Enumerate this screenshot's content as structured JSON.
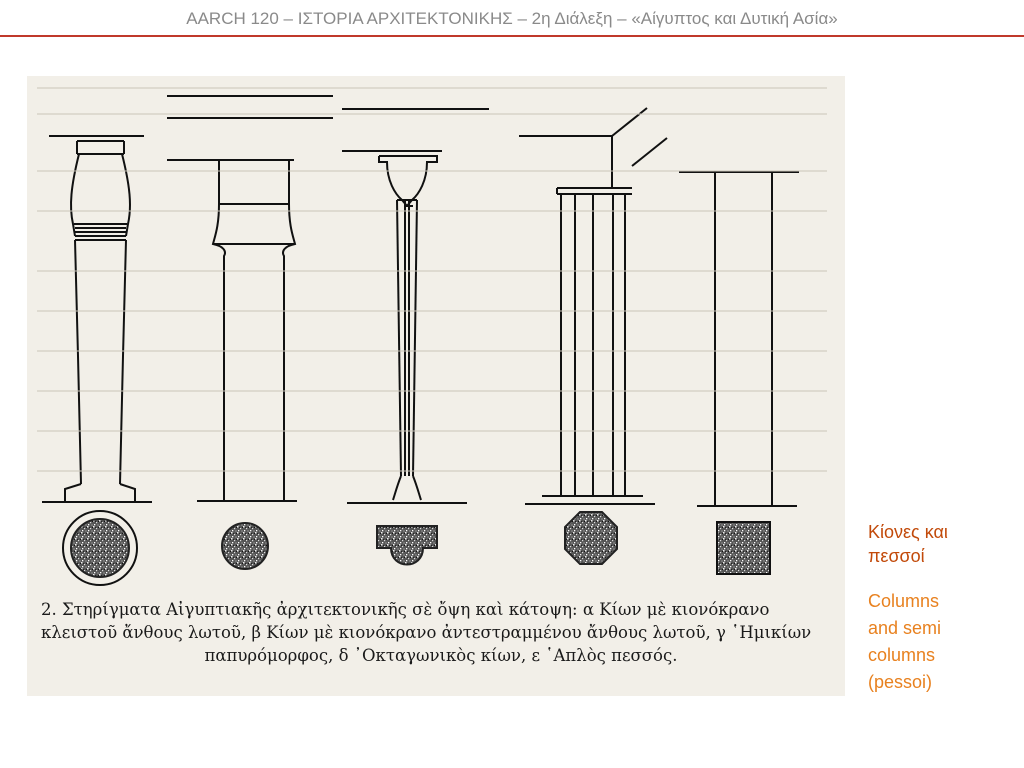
{
  "header": {
    "title": "AARCH 120 – ΙΣΤΟΡΙΑ ΑΡΧΙΤΕΚΤΟΝΙΚΗΣ – 2η Διάλεξη – «Αίγυπτος και Δυτική Ασία»"
  },
  "figure": {
    "caption_line1": "2. Στηρίγματα Αἰγυπτιακῆς ἀρχιτεκτονικῆς σὲ ὄψη καὶ κάτοψη: α Κίων μὲ κιονόκρανο",
    "caption_line2": "κλειστοῦ ἄνθους λωτοῦ, β Κίων μὲ κιονόκρανο ἀντεστραμμένου ἄνθους λωτοῦ, γ ῾Ημικίων",
    "caption_line3": "παπυρόμορφος, δ ᾿Οκταγωνικὸς κίων, ε ῾Απλὸς πεσσός."
  },
  "side_note": {
    "greek_title_line1": "Κίονες και",
    "greek_title_line2": "πεσσοί",
    "english_line1": "Columns",
    "english_line2": "and semi",
    "english_line3": "columns",
    "english_line4": "(pessoi)"
  },
  "colors": {
    "header_rule": "#c0392b",
    "greek_title": "#c24a0a",
    "english_title": "#e8811f",
    "header_text": "#8a8a8a"
  }
}
